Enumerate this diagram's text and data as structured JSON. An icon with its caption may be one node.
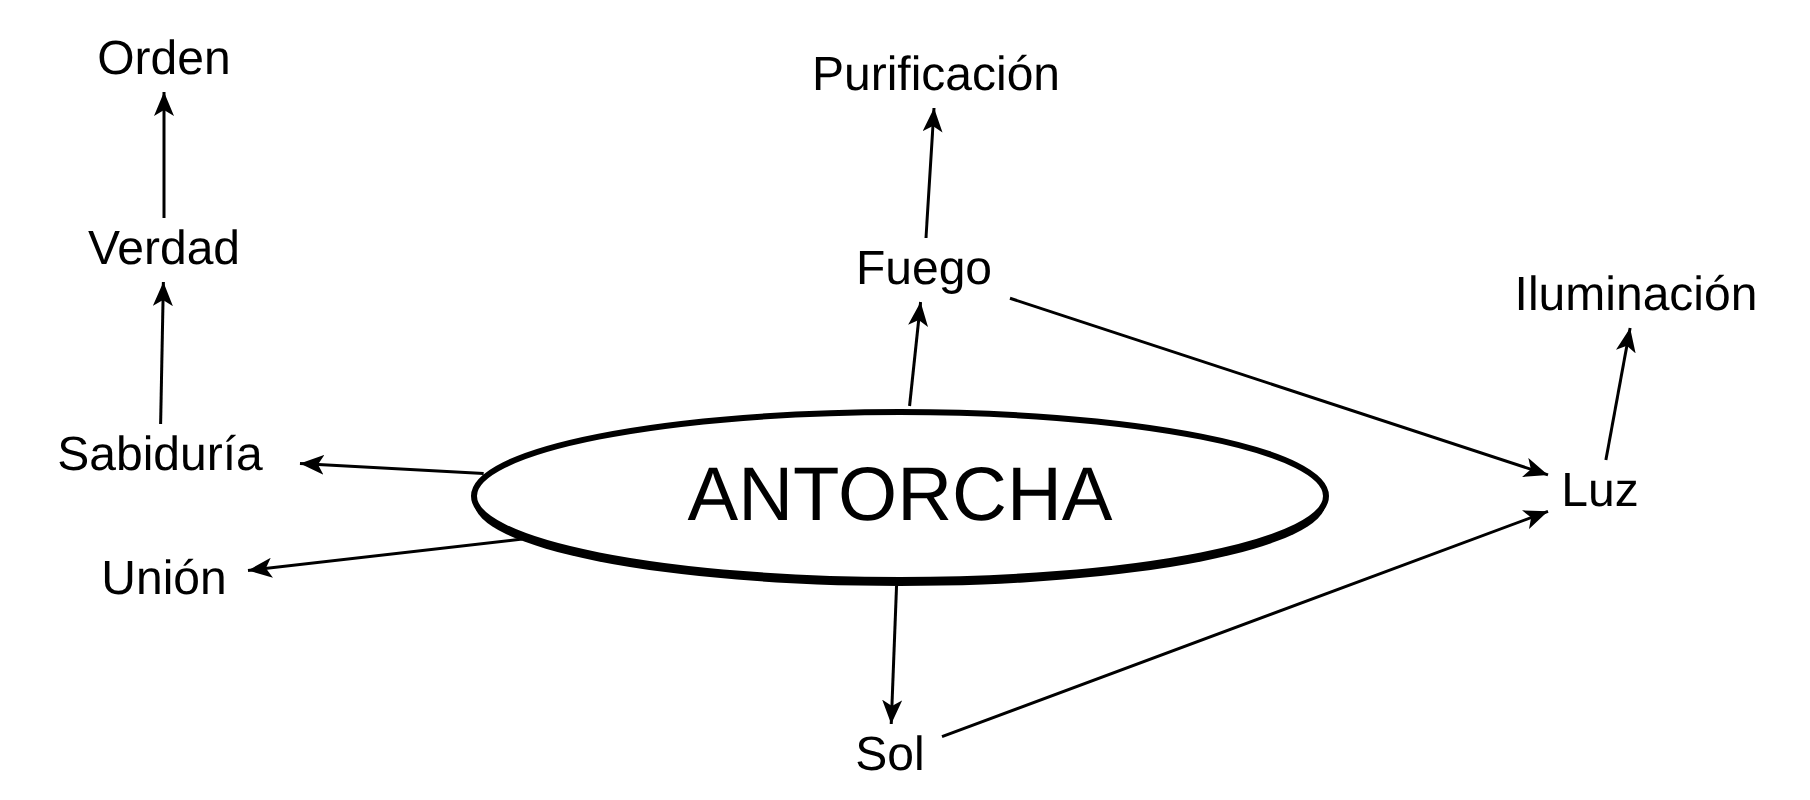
{
  "diagram": {
    "nodes": [
      {
        "text": [
          "ANTORCHA"
        ]
      },
      {
        "text": [
          "Orden"
        ]
      },
      {
        "text": [
          "Verdad"
        ]
      },
      {
        "text": [
          "Sabiduría"
        ]
      },
      {
        "text": [
          "Unión"
        ]
      },
      {
        "text": [
          "Purificación"
        ]
      },
      {
        "text": [
          "Fuego"
        ]
      },
      {
        "text": [
          "Iluminación"
        ]
      },
      {
        "text": [
          "Luz"
        ]
      },
      {
        "text": [
          "Sol"
        ]
      }
    ],
    "edges": [
      {
        "from": 2,
        "to": 1,
        "arrow": "to"
      },
      {
        "from": 3,
        "to": 2,
        "arrow": "to"
      },
      {
        "from": 0,
        "to": 3,
        "arrow": "to"
      },
      {
        "from": 0,
        "to": 4,
        "arrow": "to"
      },
      {
        "from": 6,
        "to": 5,
        "arrow": "to"
      },
      {
        "from": 0,
        "to": 6,
        "arrow": "to"
      },
      {
        "from": 6,
        "to": 8,
        "arrow": "to"
      },
      {
        "from": 8,
        "to": 7,
        "arrow": "to"
      },
      {
        "from": 0,
        "to": 9,
        "arrow": "to"
      },
      {
        "from": 9,
        "to": 8,
        "arrow": "to"
      }
    ]
  }
}
